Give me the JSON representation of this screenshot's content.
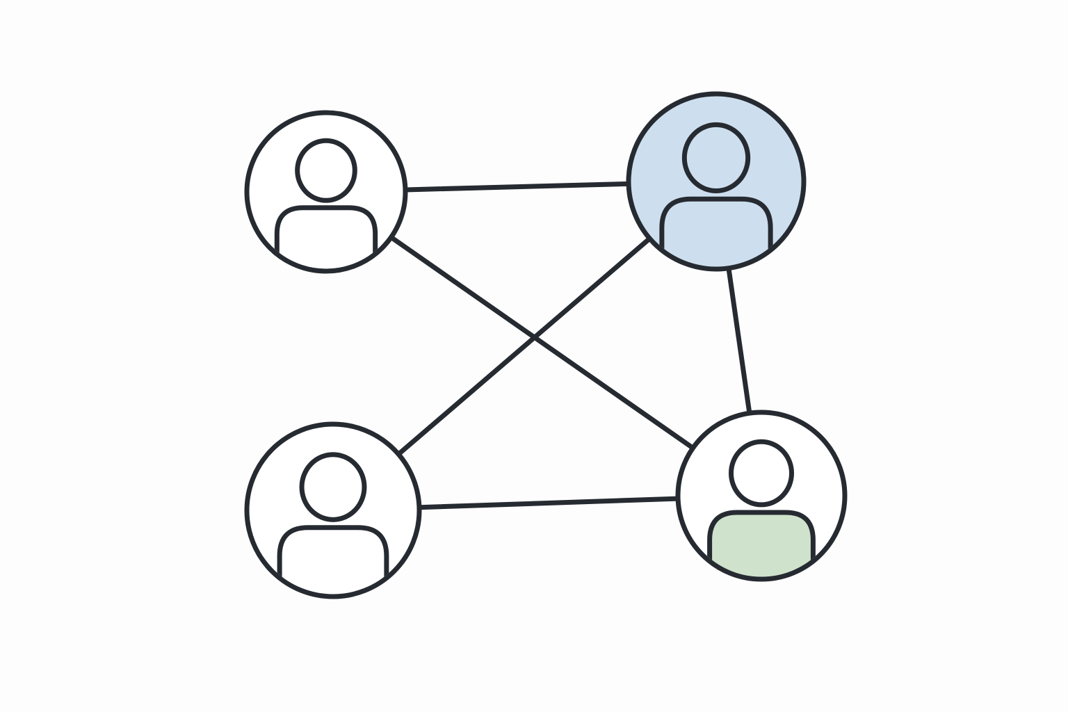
{
  "diagram": {
    "type": "network-graph",
    "node_icon": "user-icon",
    "nodes": [
      {
        "id": "top-left",
        "icon": "user-icon",
        "fill": "#ffffff",
        "body_fill": "#ffffff"
      },
      {
        "id": "top-right",
        "icon": "user-icon",
        "fill": "#cddfef",
        "body_fill": "#cddfef",
        "highlighted": true
      },
      {
        "id": "bottom-left",
        "icon": "user-icon",
        "fill": "#ffffff",
        "body_fill": "#ffffff"
      },
      {
        "id": "bottom-right",
        "icon": "user-icon",
        "fill": "#ffffff",
        "body_fill": "#cfe3cc",
        "highlighted": true
      }
    ],
    "edges": [
      {
        "from": "top-left",
        "to": "top-right"
      },
      {
        "from": "top-left",
        "to": "bottom-right"
      },
      {
        "from": "top-right",
        "to": "bottom-left"
      },
      {
        "from": "top-right",
        "to": "bottom-right"
      },
      {
        "from": "bottom-left",
        "to": "bottom-right"
      }
    ],
    "colors": {
      "stroke": "#262a31",
      "background": "#fdfdfd",
      "blue_accent": "#cddfef",
      "green_accent": "#cfe3cc"
    }
  }
}
